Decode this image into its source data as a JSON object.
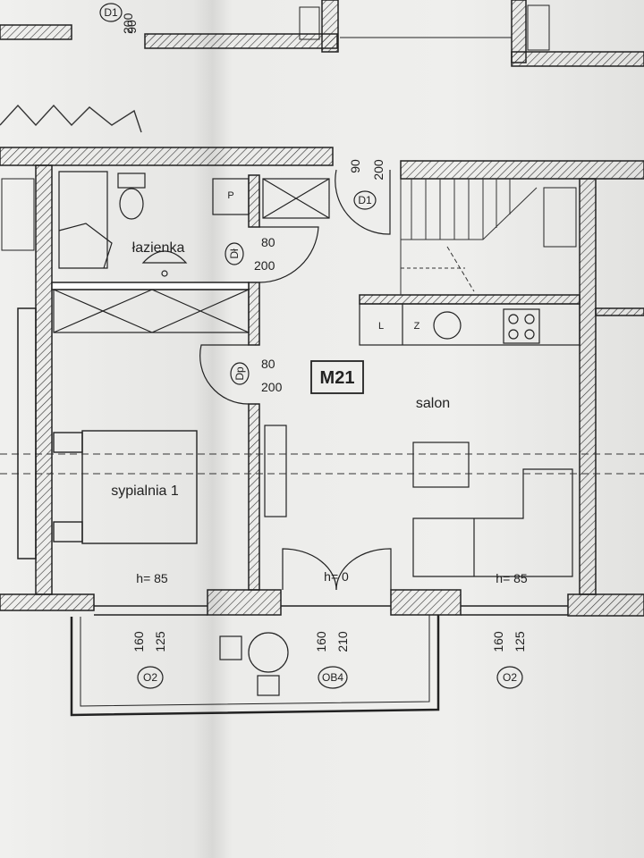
{
  "plan": {
    "unit_label": "M21",
    "rooms": {
      "bathroom": "łazienka",
      "bedroom": "sypialnia 1",
      "living": "salon"
    },
    "doors": {
      "d1_top": {
        "tag": "D1",
        "width": "90",
        "height": "200"
      },
      "d1_stair": {
        "tag": "D1",
        "width": "90",
        "height": "200"
      },
      "dl": {
        "tag": "Dł",
        "width": "80",
        "height": "200"
      },
      "dp": {
        "tag": "Dp",
        "width": "80",
        "height": "200"
      }
    },
    "windows": {
      "left": {
        "tag": "O2",
        "width": "160",
        "height": "125",
        "sill": "h= 85"
      },
      "balcony_door": {
        "tag": "OB4",
        "width": "160",
        "height": "210",
        "sill": "h= 0"
      },
      "right": {
        "tag": "O2",
        "width": "160",
        "height": "125",
        "sill": "h= 85"
      }
    },
    "fixtures": {
      "pantry": "P",
      "fridge": "L",
      "dishwasher": "Z"
    }
  }
}
